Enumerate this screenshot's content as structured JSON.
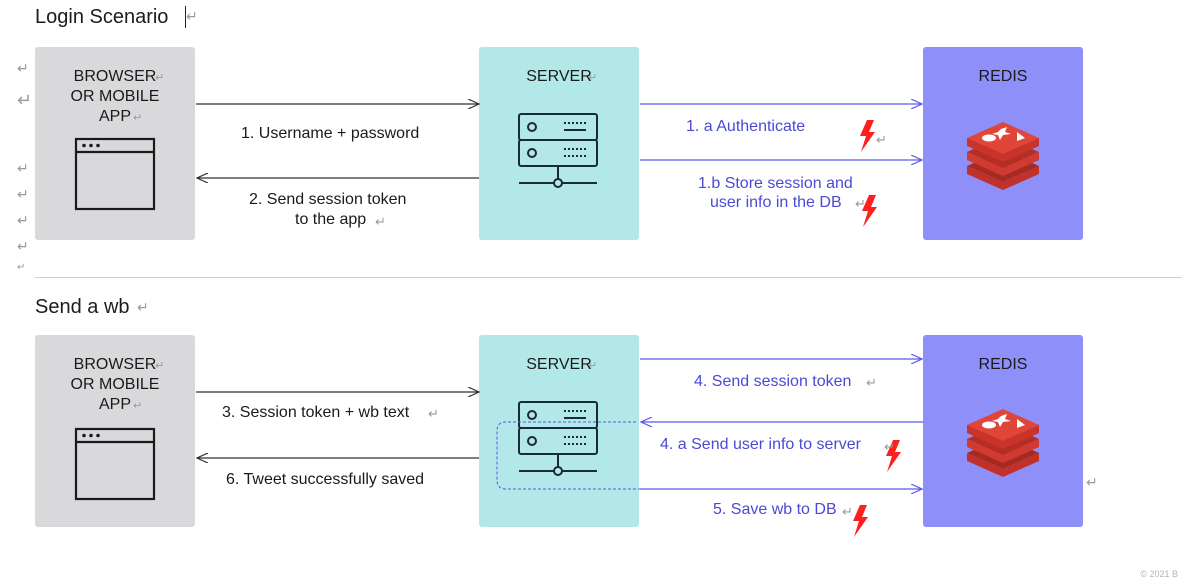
{
  "sections": [
    {
      "title": "Login Scenario",
      "browser_label": "BROWSER\nOR MOBILE\nAPP",
      "server_label": "SERVER",
      "redis_label": "REDIS",
      "messages": {
        "m1": "1. Username + password",
        "m2_line1": "2. Send session token",
        "m2_line2": "to the app",
        "m3": "1. a Authenticate",
        "m4_line1": "1.b Store session and",
        "m4_line2": "user info in the DB"
      }
    },
    {
      "title": "Send a wb",
      "browser_label": "BROWSER\nOR MOBILE\nAPP",
      "server_label": "SERVER",
      "redis_label": "REDIS",
      "messages": {
        "m1": "3. Session token + wb text",
        "m2": "6. Tweet successfully saved",
        "m3": "4. Send session token",
        "m4": "4. a Send user info to server",
        "m5": "5. Save wb to DB"
      }
    }
  ],
  "copyright": "© 2021 B",
  "colors": {
    "browser_box": "#d9d9dc",
    "server_box": "#b3e8e8",
    "redis_box": "#8f8ff9",
    "arrow_dark": "#333333",
    "arrow_blue": "#5a5ae8",
    "bolt": "#ff2020",
    "redis_logo": "#d8322a"
  },
  "icons": [
    "browser-window-icon",
    "server-icon",
    "redis-logo-icon",
    "lightning-bolt-icon",
    "paragraph-mark-icon"
  ]
}
